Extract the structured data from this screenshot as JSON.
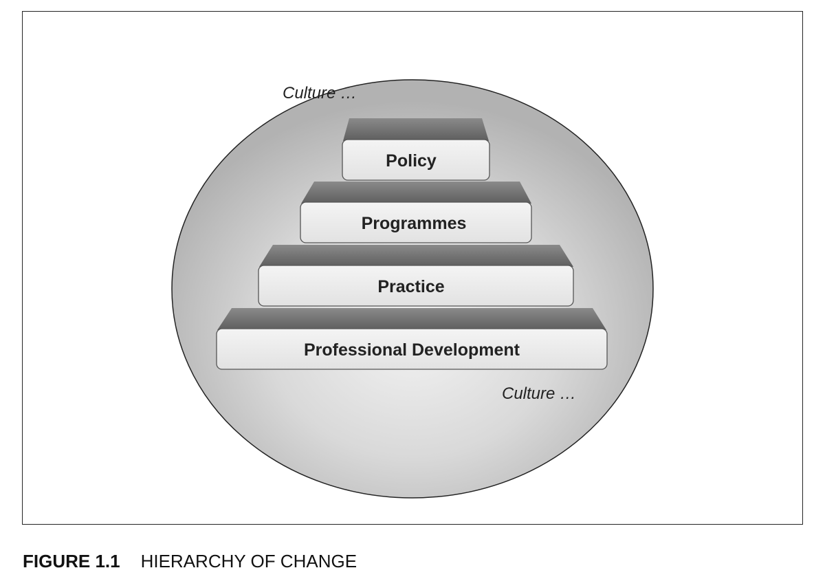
{
  "figure": {
    "number": "FIGURE 1.1",
    "title": "HIERARCHY OF CHANGE"
  },
  "culture_labels": {
    "top": "Culture …",
    "bottom": "Culture …"
  },
  "steps": [
    {
      "label": "Policy"
    },
    {
      "label": "Programmes"
    },
    {
      "label": "Practice"
    },
    {
      "label": "Professional Development"
    }
  ],
  "colors": {
    "circle_fill_center": "#f2f2f2",
    "circle_fill_edge": "#b4b4b4",
    "step_face": "#ececec",
    "step_top": "#6f6f6f",
    "outline": "#222222"
  }
}
